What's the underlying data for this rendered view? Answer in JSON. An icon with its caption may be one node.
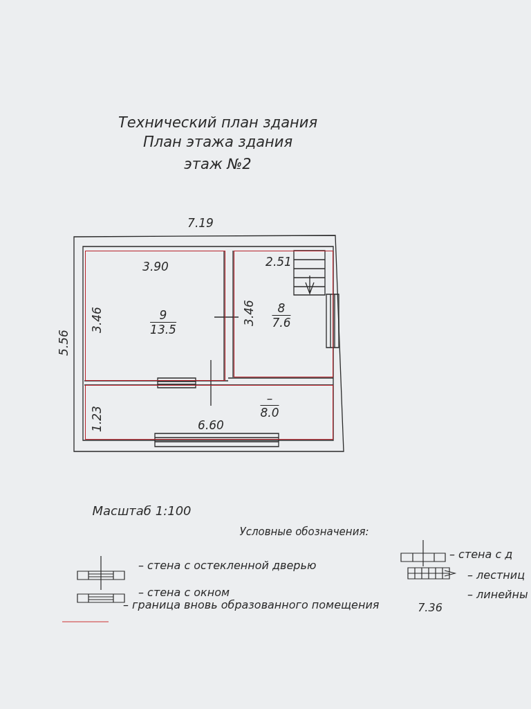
{
  "diagram": {
    "title": "Технический план здания",
    "nodes": [
      {
        "text": [
          "9",
          "13.5"
        ]
      },
      {
        "text": [
          "8",
          "7.6"
        ]
      },
      {
        "text": [
          "–",
          "8.0"
        ]
      }
    ],
    "labels": [
      "План этажа здания",
      "этаж №2",
      "7.19",
      "5.56",
      "3.90",
      "2.51",
      "3.46",
      "3.46",
      "1.23",
      "6.60",
      "Масштаб 1:100",
      "Условные обозначения:",
      "7.36"
    ],
    "legend": [
      {
        "text": "– стена с остекленной дверью"
      },
      {
        "text": "– стена с окном"
      },
      {
        "text": "– граница вновь образованного помещения"
      },
      {
        "text": "– стена с д"
      },
      {
        "text": "– лестниц"
      },
      {
        "text": "– линейны"
      }
    ]
  }
}
